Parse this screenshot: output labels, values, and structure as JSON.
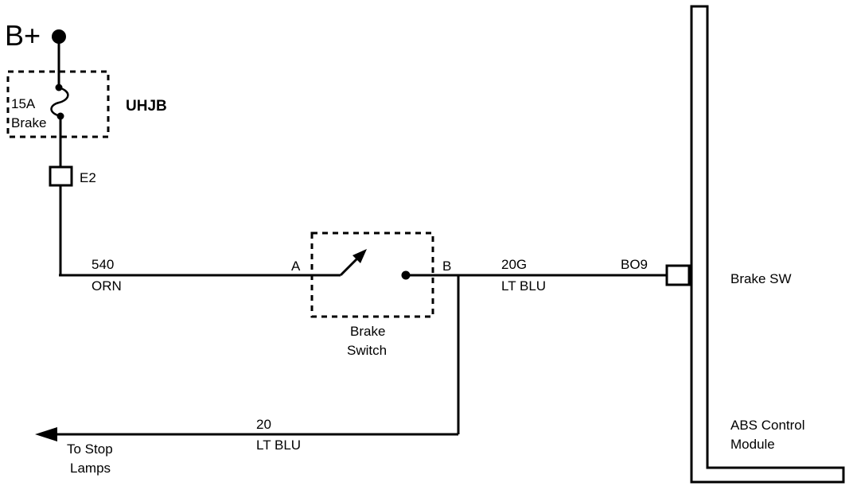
{
  "colors": {
    "ink": "#000000",
    "paper": "#ffffff"
  },
  "power": {
    "label": "B+"
  },
  "junction_block": {
    "name": "UHJB",
    "fuse_rating": "15A",
    "fuse_name": "Brake"
  },
  "connector_e2": {
    "label": "E2"
  },
  "wire_540": {
    "circuit": "540",
    "color": "ORN"
  },
  "brake_switch": {
    "terminal_a": "A",
    "terminal_b": "B",
    "name_line1": "Brake",
    "name_line2": "Switch"
  },
  "wire_20g": {
    "circuit": "20G",
    "color": "LT BLU"
  },
  "connector_bo9": {
    "label": "BO9"
  },
  "abs_module": {
    "pin_name": "Brake SW",
    "name_line1": "ABS Control",
    "name_line2": "Module"
  },
  "wire_20": {
    "circuit": "20",
    "color": "LT BLU"
  },
  "stop_lamps": {
    "line1": "To Stop",
    "line2": "Lamps"
  }
}
